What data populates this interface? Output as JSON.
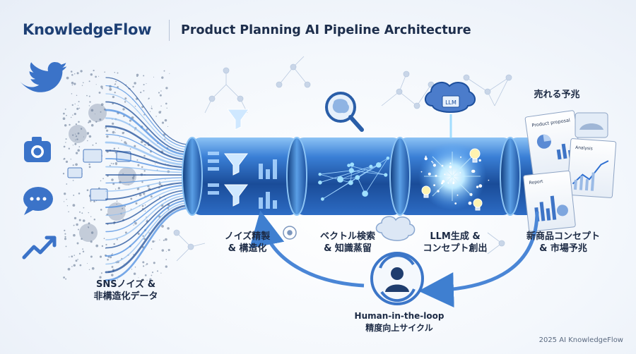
{
  "header": {
    "brand": "KnowledgeFlow",
    "title": "Product Planning AI Pipeline Architecture"
  },
  "stages": [
    {
      "line1": "SNSノイズ &",
      "line2": "非構造化データ"
    },
    {
      "line1": "ノイズ精製",
      "line2": "& 構造化"
    },
    {
      "line1": "ベクトル検索",
      "line2": "& 知識蒸留"
    },
    {
      "line1": "LLM生成 &",
      "line2": "コンセプト創出"
    },
    {
      "line1": "新商品コンセプト",
      "line2": "& 市場予兆"
    }
  ],
  "output_heading": "売れる予兆",
  "feedback": {
    "line1": "Human-in-the-loop",
    "line2": "精度向上サイクル"
  },
  "doc_texts": {
    "proposal": "Product proposal",
    "analysis": "Analysis",
    "report": "Report"
  },
  "source_icons": [
    "twitter-bird-icon",
    "camera-icon",
    "chat-bubble-icon",
    "trend-arrow-icon"
  ],
  "footer": "2025 AI KnowledgeFlow",
  "colors": {
    "pipe_dark": "#1b4f9c",
    "pipe_light": "#5fa3e8",
    "accent": "#2e6fd1",
    "node_glow": "#9fe0ff"
  }
}
